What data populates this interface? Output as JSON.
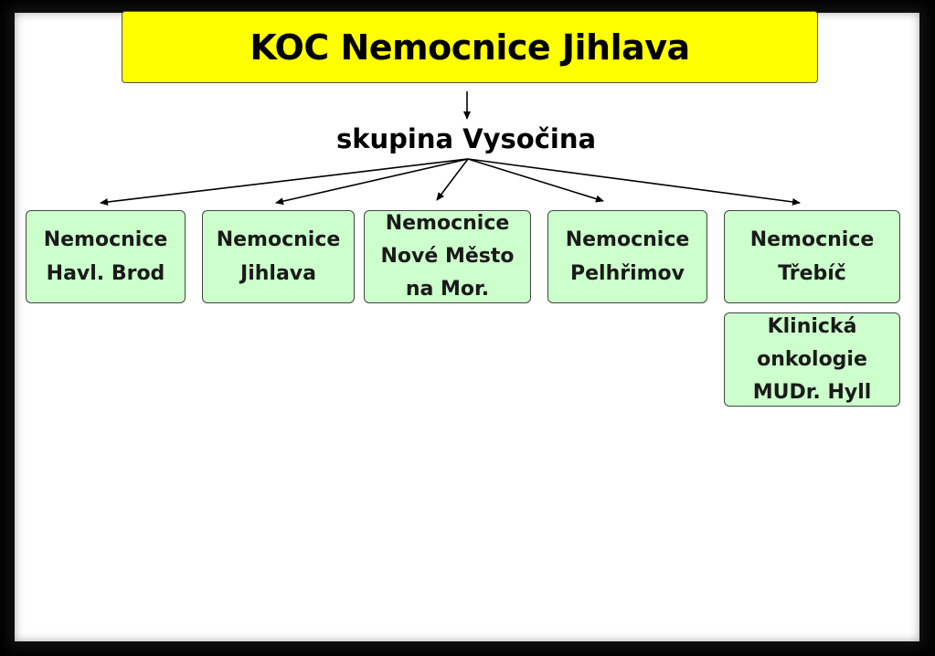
{
  "title": "KOC Nemocnice Jihlava",
  "group": "skupina Vysočina",
  "hospitals": [
    {
      "lines": [
        "Nemocnice",
        "Havl. Brod"
      ]
    },
    {
      "lines": [
        "Nemocnice",
        "Jihlava"
      ]
    },
    {
      "lines": [
        "Nemocnice",
        "Nové Město",
        "na Mor."
      ]
    },
    {
      "lines": [
        "Nemocnice",
        "Pelhřimov"
      ]
    },
    {
      "lines": [
        "Nemocnice",
        "Třebíč"
      ]
    }
  ],
  "sub_unit": {
    "lines": [
      "Klinická",
      "onkologie",
      "MUDr. Hyll"
    ]
  },
  "colors": {
    "title_fill": "#ffff00",
    "node_fill": "#ccffcc",
    "frame": "#000000"
  }
}
